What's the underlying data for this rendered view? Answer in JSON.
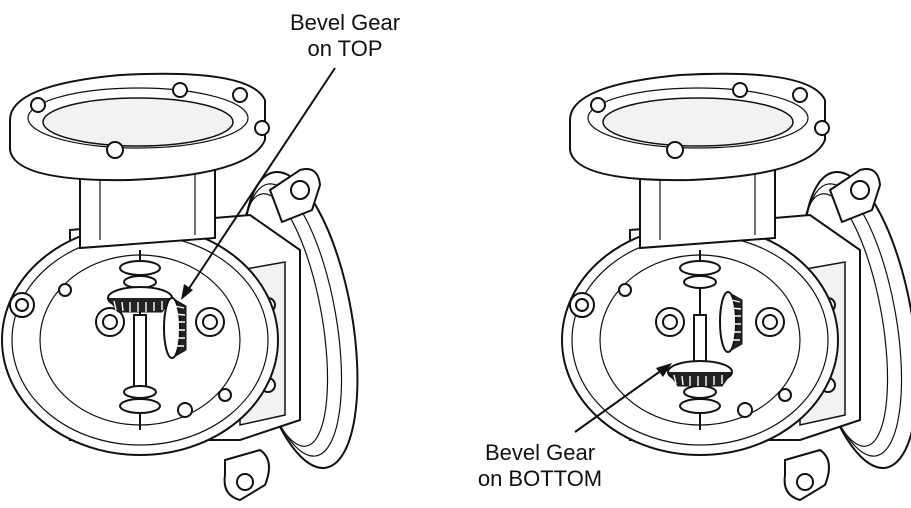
{
  "callouts": {
    "top": {
      "line1": "Bevel Gear",
      "line2": "on TOP"
    },
    "bottom": {
      "line1": "Bevel Gear",
      "line2": "on BOTTOM"
    }
  },
  "assemblies": [
    {
      "id": "left",
      "gear_position": "top"
    },
    {
      "id": "right",
      "gear_position": "bottom"
    }
  ],
  "colors": {
    "stroke": "#111111",
    "background": "#ffffff"
  }
}
